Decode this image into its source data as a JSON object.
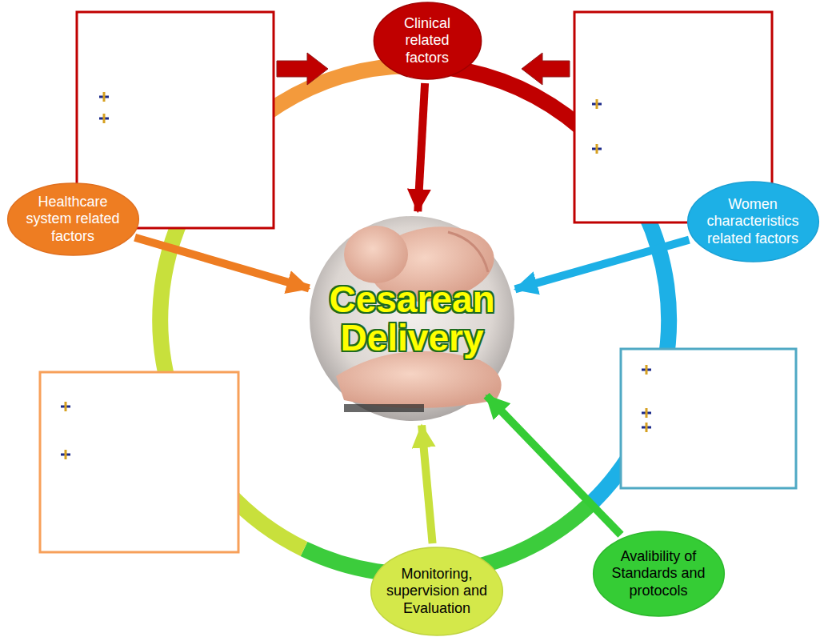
{
  "diagram": {
    "nodes": [
      {
        "text": [
          "Clinical related factors"
        ]
      },
      {
        "text": [
          "Healthcare system related factors"
        ]
      },
      {
        "text": [
          "Cesarean Delivery"
        ]
      },
      {
        "text": [
          "Women characteristics related factors"
        ]
      },
      {
        "text": [
          "Monitoring, supervision and Evaluation"
        ]
      },
      {
        "text": [
          "Avalibility of Standards and protocols"
        ]
      }
    ],
    "edges": [
      {
        "from": 0,
        "to": 2,
        "arrow": "to"
      },
      {
        "from": 1,
        "to": 2,
        "arrow": "to"
      },
      {
        "from": 3,
        "to": 2,
        "arrow": "to"
      },
      {
        "from": 4,
        "to": 2,
        "arrow": "to"
      },
      {
        "from": 5,
        "to": 2,
        "arrow": "to"
      }
    ]
  }
}
